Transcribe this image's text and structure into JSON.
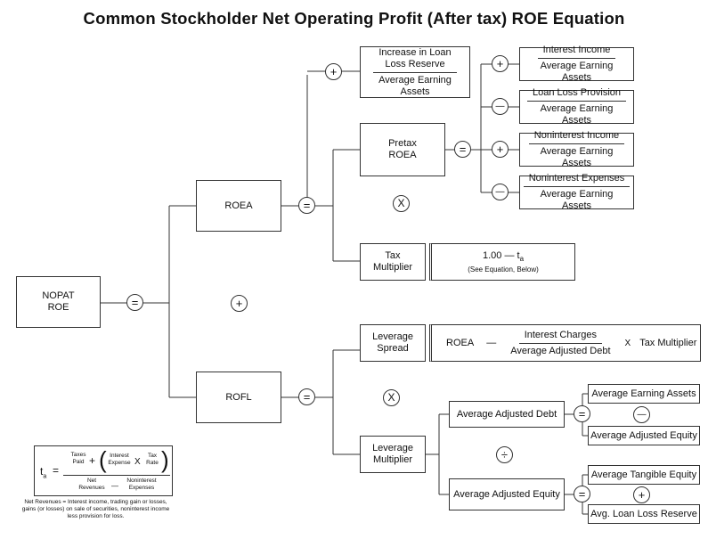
{
  "title": "Common Stockholder Net Operating Profit (After tax) ROE Equation",
  "nodes": {
    "nopat": "NOPAT\nROE",
    "roea": "ROEA",
    "rofl": "ROFL",
    "pretax_roea": "Pretax\nROEA",
    "tax_multiplier": "Tax\nMultiplier",
    "leverage_spread": "Leverage\nSpread",
    "leverage_multiplier": "Leverage\nMultiplier",
    "avg_adjusted_debt": "Average Adjusted Debt",
    "avg_adjusted_equity": "Average Adjusted Equity"
  },
  "fractions": {
    "loan_loss_reserve": {
      "num": "Increase in Loan\nLoss Reserve",
      "den": "Average Earning\nAssets"
    },
    "interest_income": {
      "num": "Interest Income",
      "den": "Average Earning Assets"
    },
    "loan_loss_provision": {
      "num": "Loan Loss Provision",
      "den": "Average Earning Assets"
    },
    "noninterest_income": {
      "num": "Noninterest Income",
      "den": "Average Earning Assets"
    },
    "noninterest_expenses": {
      "num": "Noninterest Expenses",
      "den": "Average Earning Assets"
    }
  },
  "tax_formula": {
    "main": "1.00 — t",
    "sub": "a",
    "note": "(See Equation, Below)"
  },
  "leverage_formula": {
    "roea": "ROEA",
    "minus": "—",
    "num": "Interest Charges",
    "den": "Average Adjusted Debt",
    "times": "X",
    "tax": "Tax Multiplier"
  },
  "leaves": {
    "avg_earning_assets": "Average Earning Assets",
    "avg_adj_equity": "Average Adjusted Equity",
    "avg_tangible_equity": "Average Tangible Equity",
    "avg_loan_loss_reserve": "Avg. Loan Loss Reserve"
  },
  "operators": {
    "eq": "=",
    "plus": "+",
    "minus": "—",
    "times": "X",
    "divide": "÷"
  },
  "ta_equation": {
    "lhs": "t",
    "lhs_sub": "a",
    "eq": "=",
    "taxes_paid": "Taxes\nPaid",
    "plus": "+",
    "interest_expense": "Interest\nExpense",
    "x": "X",
    "tax_rate": "Tax\nRate",
    "net_revenues": "Net\nRevenues",
    "minus": "—",
    "noninterest_expenses": "Noninterest\nExpenses"
  },
  "footnote": "Net Revenues = Interest income, trading gain or losses, gains (or losses) on sale of securities, noninterest income less provision for loss."
}
